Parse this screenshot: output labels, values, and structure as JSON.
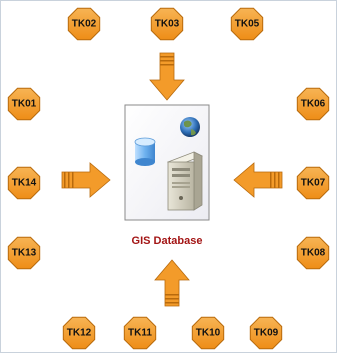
{
  "nodes": {
    "tk01": "TK01",
    "tk02": "TK02",
    "tk03": "TK03",
    "tk05": "TK05",
    "tk06": "TK06",
    "tk07": "TK07",
    "tk08": "TK08",
    "tk09": "TK09",
    "tk10": "TK10",
    "tk11": "TK11",
    "tk12": "TK12",
    "tk13": "TK13",
    "tk14": "TK14"
  },
  "center": {
    "label": "GIS Database"
  },
  "colors": {
    "octagon_fill": "#f39b2a",
    "octagon_stroke": "#b86a0c",
    "arrow_fill": "#f39b2a",
    "label_color": "#a31515"
  }
}
